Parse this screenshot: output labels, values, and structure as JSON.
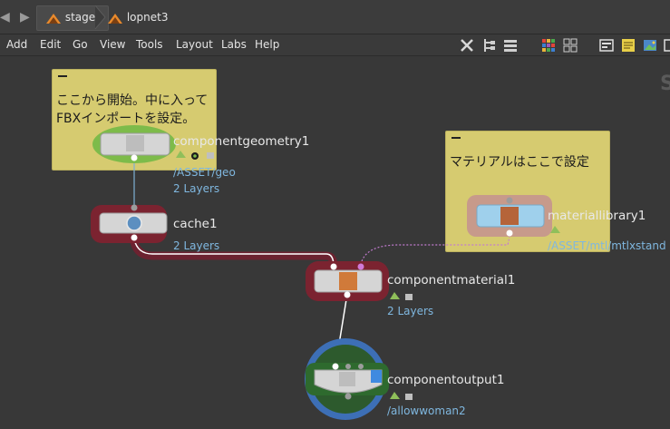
{
  "pathbar": {
    "back_icon": "back-arrow-icon",
    "forward_icon": "forward-arrow-icon",
    "crumbs": [
      {
        "label": "stage",
        "icon": "stage-icon"
      },
      {
        "label": "lopnet3",
        "icon": "lopnet-icon"
      }
    ]
  },
  "menu": [
    "Add",
    "Edit",
    "Go",
    "View",
    "Tools",
    "Layout",
    "Labs",
    "Help"
  ],
  "toolbar_icons": [
    "tools-icon",
    "tree-icon",
    "list-icon",
    "grid-color-icon",
    "grid-icon",
    "display-options-icon",
    "sticky-note-icon",
    "image-icon",
    "panel-icon"
  ],
  "sticky_notes": [
    {
      "text": "ここから開始。中に入ってFBXインポートを設定。"
    },
    {
      "text": "マテリアルはここで設定"
    }
  ],
  "nodes": [
    {
      "name": "componentgeometry1",
      "sub": [
        "/ASSET/geo",
        "2 Layers"
      ]
    },
    {
      "name": "cache1",
      "sub": [
        "2 Layers"
      ]
    },
    {
      "name": "materiallibrary1",
      "sub": [
        "/ASSET/mtl/mtlxstand"
      ]
    },
    {
      "name": "componentmaterial1",
      "sub": [
        "2 Layers"
      ]
    },
    {
      "name": "componentoutput1",
      "sub": [
        "/allowwoman2"
      ]
    }
  ],
  "ghost_text": "S",
  "colors": {
    "sticky": "#d6cb70",
    "cache_ring": "#7b2330",
    "geo_ring": "#7dbb4a",
    "output_ring": "#3d6fb6",
    "sub_text": "#7fb7df",
    "material_ring": "#c79a8b"
  }
}
